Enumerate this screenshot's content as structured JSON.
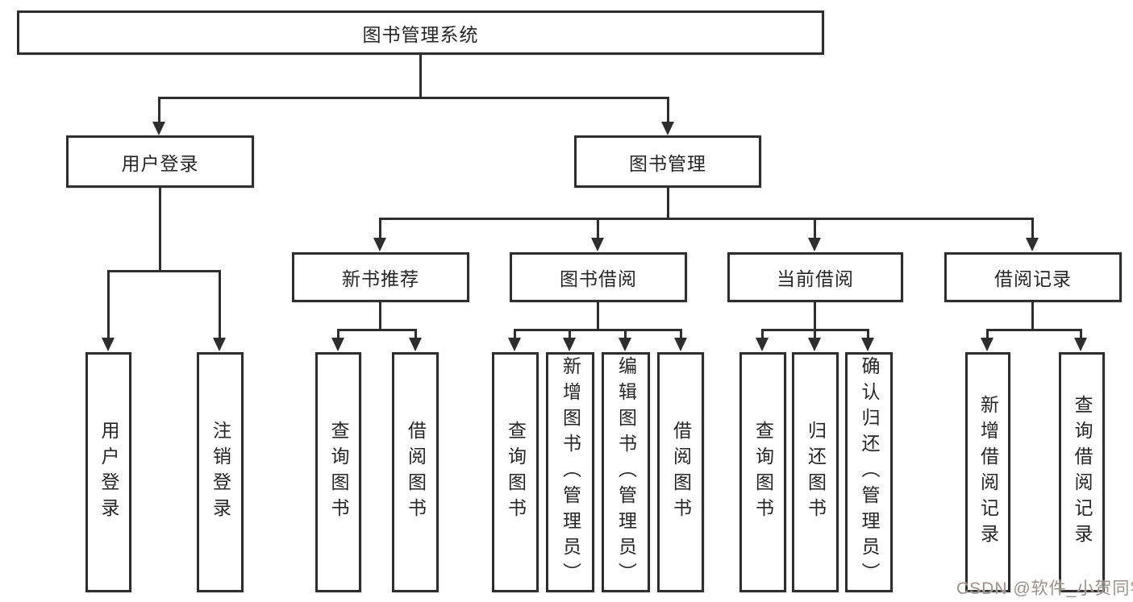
{
  "diagram": {
    "title": "图书管理系统",
    "root": "图书管理系统",
    "user_login": {
      "label": "用户登录",
      "children": [
        "用户登录",
        "注销登录"
      ]
    },
    "book_mgmt": {
      "label": "图书管理",
      "groups": [
        {
          "label": "新书推荐",
          "children": [
            "查询图书",
            "借阅图书"
          ]
        },
        {
          "label": "图书借阅",
          "children": [
            "查询图书",
            "新增图书（管理员）",
            "编辑图书（管理员）",
            "借阅图书"
          ]
        },
        {
          "label": "当前借阅",
          "children": [
            "查询图书",
            "归还图书",
            "确认归还（管理员）"
          ]
        },
        {
          "label": "借阅记录",
          "children": [
            "新增借阅记录",
            "查询借阅记录"
          ]
        }
      ]
    },
    "colors": {
      "line": "#2e2e2e",
      "text": "#262626",
      "watermark": "#9a918f",
      "background": "#ffffff"
    },
    "watermark": "CSDN @软件_小贺同学"
  }
}
